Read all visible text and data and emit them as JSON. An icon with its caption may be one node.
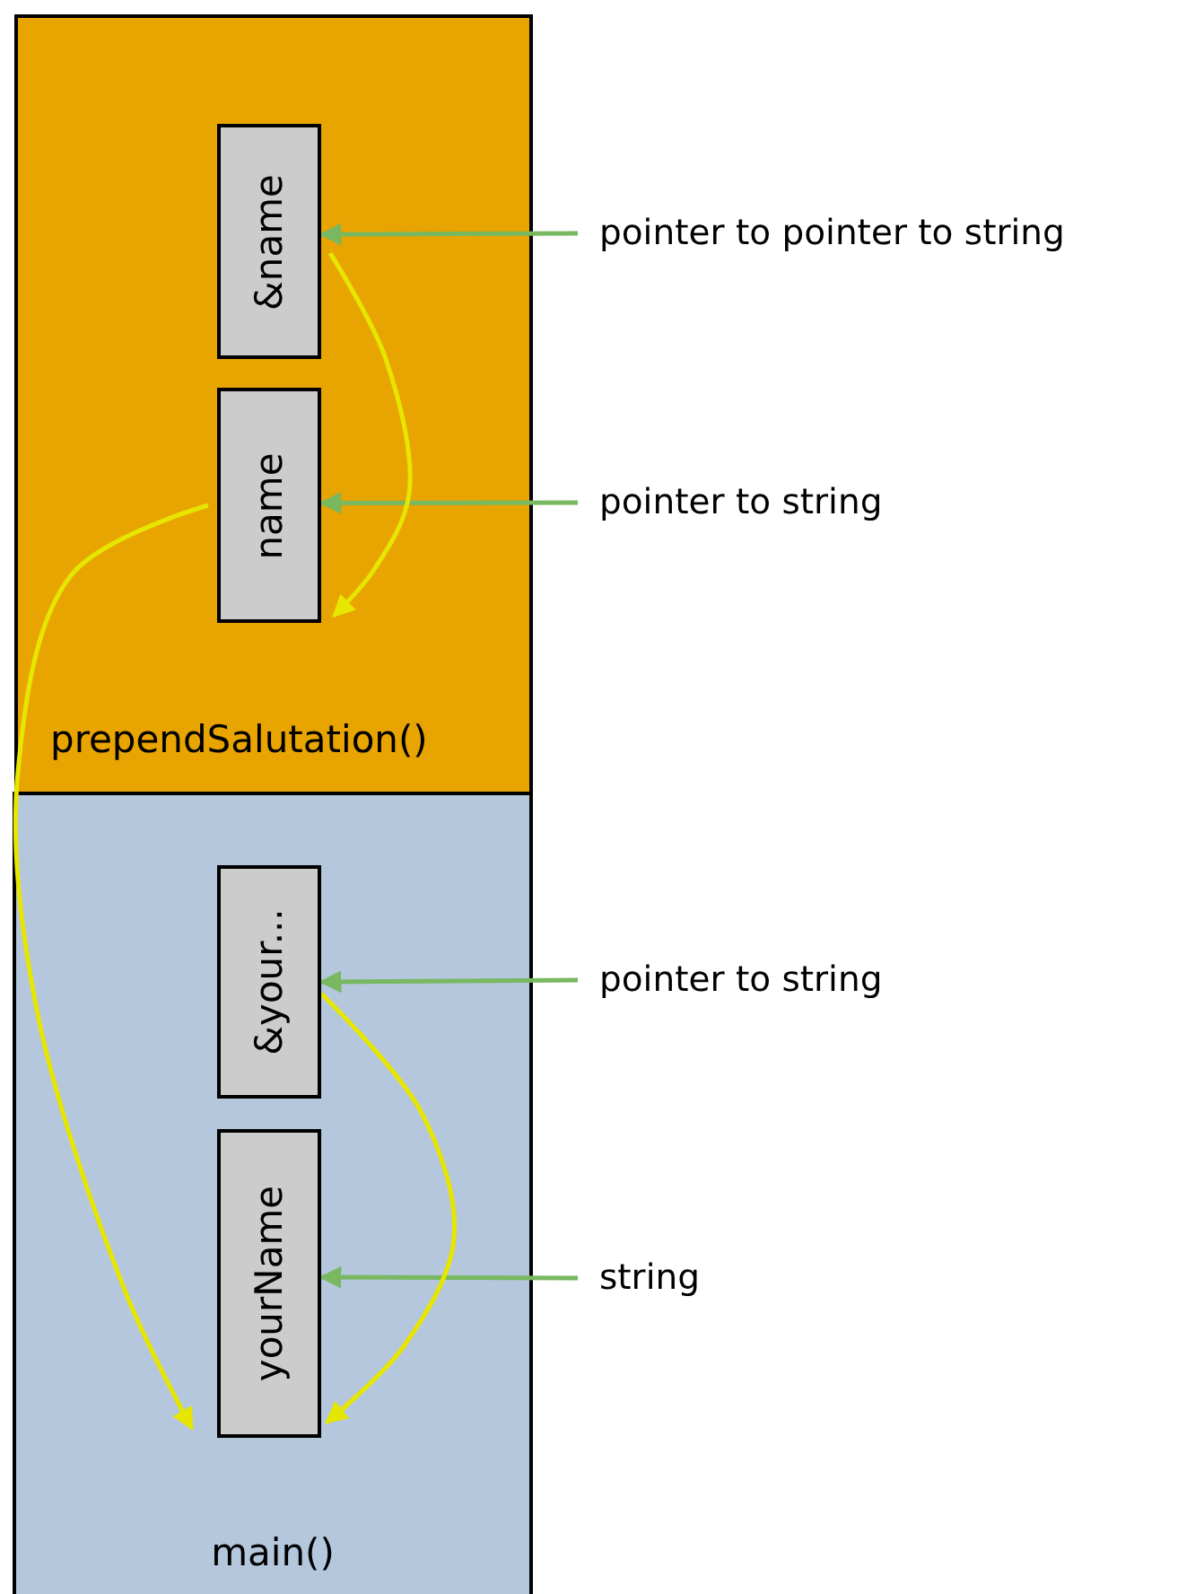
{
  "diagram": {
    "nodes": [
      {
        "text": [
          "prependSalutation()"
        ]
      },
      {
        "text": [
          "&name"
        ],
        "in": 0
      },
      {
        "text": [
          "name"
        ],
        "in": 0
      },
      {
        "text": [
          "main()"
        ]
      },
      {
        "text": [
          "&your..."
        ],
        "in": 3
      },
      {
        "text": [
          "yourName"
        ],
        "in": 3
      },
      {
        "text": [
          "pointer to pointer to string"
        ]
      },
      {
        "text": [
          "pointer to string"
        ]
      },
      {
        "text": [
          "pointer to string"
        ]
      },
      {
        "text": [
          "string"
        ]
      }
    ],
    "edges": [
      {
        "from": 6,
        "to": 1,
        "arrow": "to"
      },
      {
        "from": 7,
        "to": 2,
        "arrow": "to"
      },
      {
        "from": 8,
        "to": 4,
        "arrow": "to"
      },
      {
        "from": 9,
        "to": 5,
        "arrow": "to"
      },
      {
        "from": 1,
        "to": 2,
        "arrow": "to",
        "color": "#e6e600"
      },
      {
        "from": 2,
        "to": 5,
        "arrow": "to",
        "color": "#e6e600"
      },
      {
        "from": 4,
        "to": 5,
        "arrow": "to",
        "color": "#e6e600"
      }
    ]
  }
}
